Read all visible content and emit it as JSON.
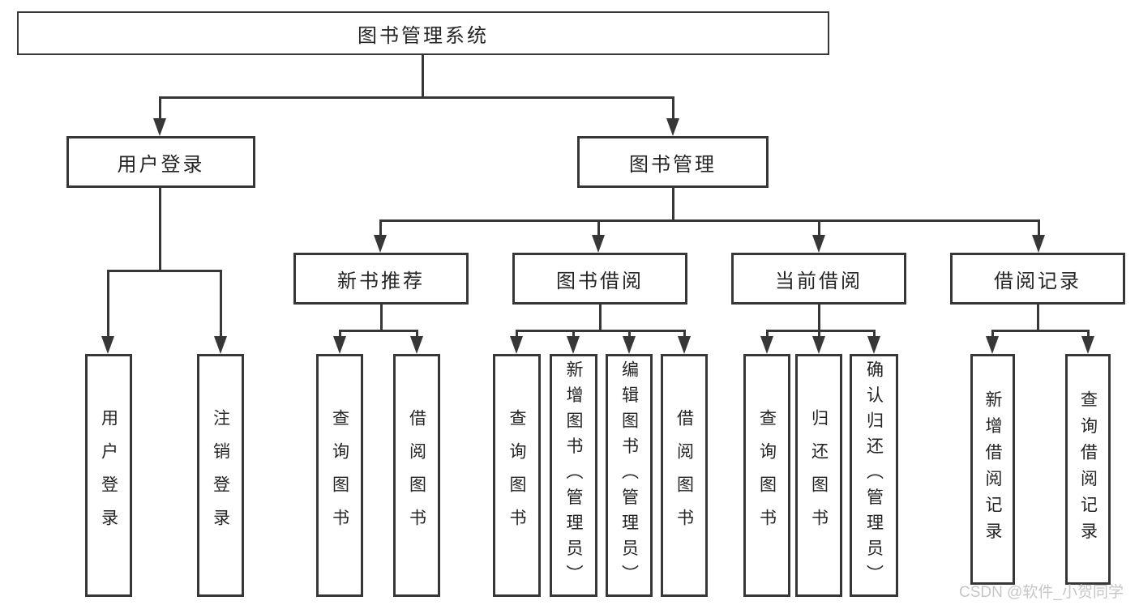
{
  "diagram": {
    "root": {
      "label": "图书管理系统"
    },
    "level2": [
      {
        "id": "user-login",
        "label": "用户登录"
      },
      {
        "id": "book-management",
        "label": "图书管理"
      }
    ],
    "level3": [
      {
        "id": "new-book-recommend",
        "label": "新书推荐"
      },
      {
        "id": "book-borrow",
        "label": "图书借阅"
      },
      {
        "id": "current-borrow",
        "label": "当前借阅"
      },
      {
        "id": "borrow-records",
        "label": "借阅记录"
      }
    ],
    "leaves": {
      "user_login": [
        "用户登录",
        "注销登录"
      ],
      "new_book_recommend": [
        "查询图书",
        "借阅图书"
      ],
      "book_borrow": [
        "查询图书",
        "新增图书（管理员）",
        "编辑图书（管理员）",
        "借阅图书"
      ],
      "current_borrow": [
        "查询图书",
        "归还图书",
        "确认归还（管理员）"
      ],
      "borrow_records": [
        "新增借阅记录",
        "查询借阅记录"
      ]
    }
  },
  "watermark": {
    "text": "CSDN @软件_小贺同学"
  },
  "colors": {
    "line": "#373737",
    "border": "#373737",
    "text": "#242424",
    "watermark": "#c6c6c6",
    "background": "#ffffff"
  }
}
